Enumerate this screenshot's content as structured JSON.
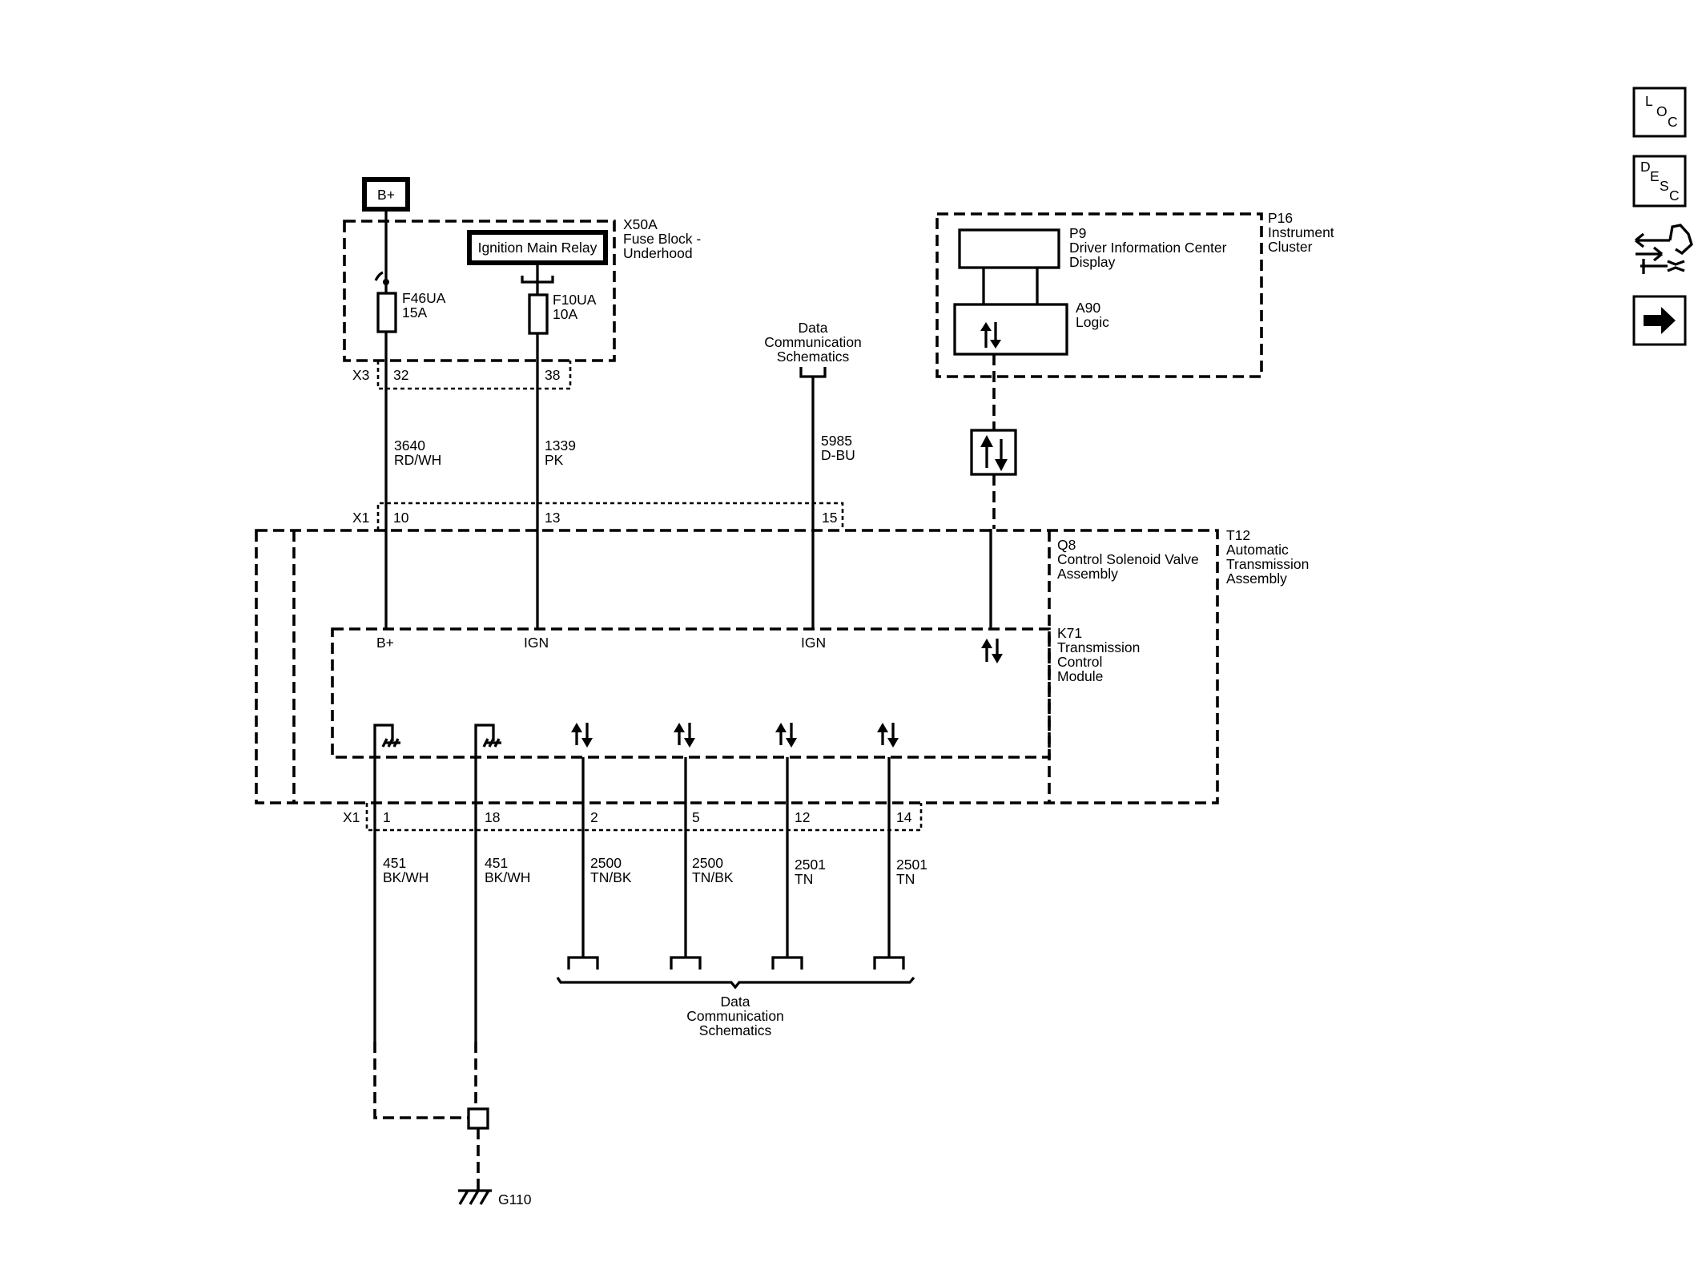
{
  "source": {
    "b_plus": "B+",
    "relay": "Ignition Main Relay"
  },
  "fuse_block": {
    "id": "X50A",
    "line1": "Fuse Block -",
    "line2": "Underhood",
    "f1_name": "F46UA",
    "f1_rating": "15A",
    "f2_name": "F10UA",
    "f2_rating": "10A"
  },
  "x3": {
    "label": "X3",
    "pin_a": "32",
    "pin_b": "38"
  },
  "wires_top": {
    "w1_num": "3640",
    "w1_color": "RD/WH",
    "w2_num": "1339",
    "w2_color": "PK",
    "w3_num": "5985",
    "w3_color": "D-BU"
  },
  "data_comm_top": {
    "l1": "Data",
    "l2": "Communication",
    "l3": "Schematics"
  },
  "x1_top": {
    "label": "X1",
    "p1": "10",
    "p2": "13",
    "p3": "15"
  },
  "cluster": {
    "p16_id": "P16",
    "p16_l1": "Instrument",
    "p16_l2": "Cluster",
    "p9_id": "P9",
    "p9_l1": "Driver Information Center",
    "p9_l2": "Display",
    "a90_id": "A90",
    "a90_l1": "Logic"
  },
  "q8": {
    "id": "Q8",
    "l1": "Control Solenoid Valve",
    "l2": "Assembly"
  },
  "t12": {
    "id": "T12",
    "l1": "Automatic",
    "l2": "Transmission",
    "l3": "Assembly"
  },
  "k71": {
    "id": "K71",
    "l1": "Transmission",
    "l2": "Control",
    "l3": "Module",
    "pin_bplus": "B+",
    "pin_ign1": "IGN",
    "pin_ign2": "IGN"
  },
  "x1_bottom": {
    "label": "X1",
    "p1": "1",
    "p2": "18",
    "p3": "2",
    "p4": "5",
    "p5": "12",
    "p6": "14"
  },
  "wires_bottom": [
    {
      "num": "451",
      "color": "BK/WH"
    },
    {
      "num": "451",
      "color": "BK/WH"
    },
    {
      "num": "2500",
      "color": "TN/BK"
    },
    {
      "num": "2500",
      "color": "TN/BK"
    },
    {
      "num": "2501",
      "color": "TN"
    },
    {
      "num": "2501",
      "color": "TN"
    }
  ],
  "data_comm_bottom": {
    "l1": "Data",
    "l2": "Communication",
    "l3": "Schematics"
  },
  "ground": {
    "id": "G110"
  },
  "side": {
    "loc_l": "L",
    "loc_o": "O",
    "loc_c": "C",
    "desc_d": "D",
    "desc_e": "E",
    "desc_s": "S",
    "desc_c": "C"
  }
}
